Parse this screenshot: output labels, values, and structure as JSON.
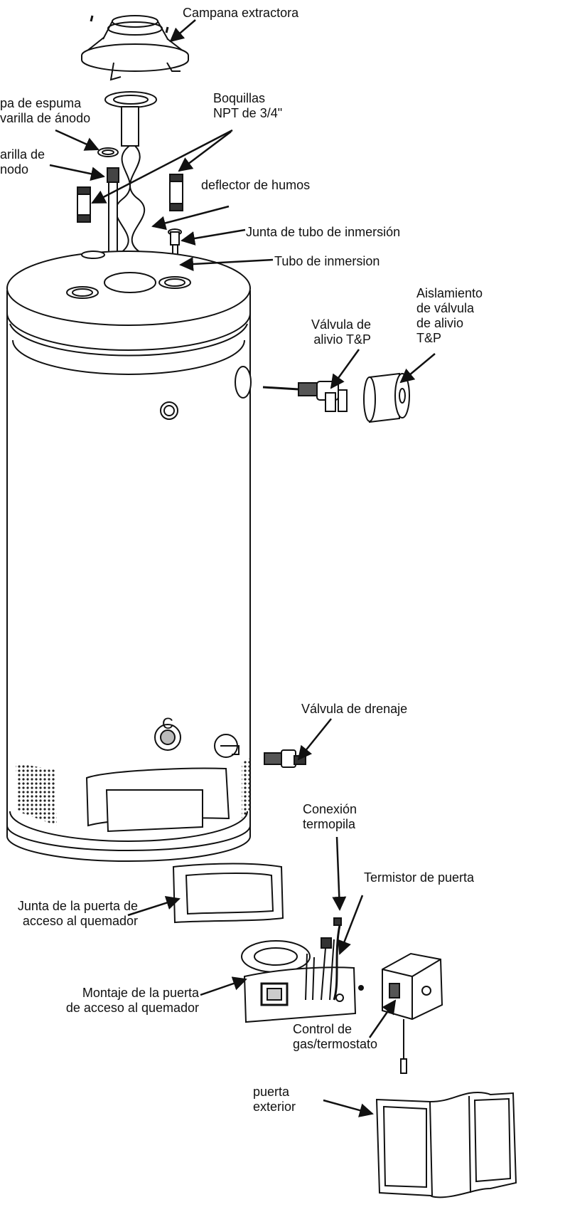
{
  "labels": {
    "campana": [
      "Campana extractora"
    ],
    "espuma": [
      "pa de espuma",
      "varilla de ánodo"
    ],
    "anodo": [
      "arilla de",
      "nodo"
    ],
    "boquillas": [
      "Boquillas",
      "NPT de 3/4\""
    ],
    "deflector": [
      "deflector de humos"
    ],
    "junta_tubo": [
      "Junta de tubo de inmersión"
    ],
    "tubo": [
      "Tubo de inmersion"
    ],
    "aislamiento": [
      "Aislamiento",
      "de válvula",
      "de alivio",
      "T&P"
    ],
    "valvula_tp": [
      "Válvula de",
      "alivio T&P"
    ],
    "drenaje": [
      "Válvula de drenaje"
    ],
    "termopila": [
      "Conexión",
      "termopila"
    ],
    "termistor": [
      "Termistor de puerta"
    ],
    "junta_puerta": [
      "Junta de la puerta de",
      "acceso al quemador"
    ],
    "montaje": [
      "Montaje de la puerta",
      "de acceso al quemador"
    ],
    "control": [
      "Control de",
      "gas/termostato"
    ],
    "puerta_ext": [
      "puerta",
      "exterior"
    ]
  },
  "marks": {
    "access_symbol": "C"
  },
  "colors": {
    "line": "#111111",
    "fill": "#ffffff",
    "shade": "#d9d9d9",
    "dark": "#333333"
  }
}
